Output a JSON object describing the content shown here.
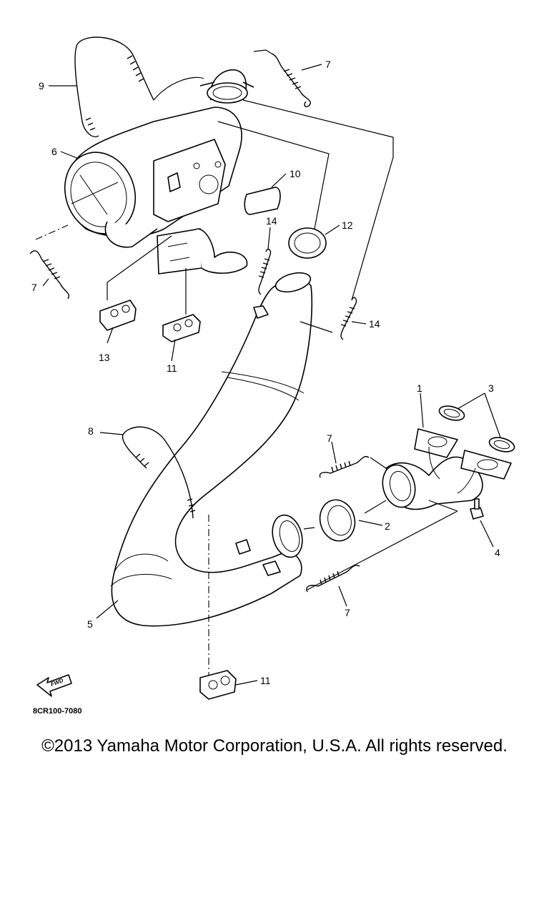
{
  "diagram": {
    "drawing_code": "8CR100-7080",
    "fwd_label": "FWD",
    "callouts": [
      {
        "id": "c1",
        "text": "1"
      },
      {
        "id": "c2",
        "text": "2"
      },
      {
        "id": "c3",
        "text": "3"
      },
      {
        "id": "c4",
        "text": "4"
      },
      {
        "id": "c5",
        "text": "5"
      },
      {
        "id": "c6",
        "text": "6"
      },
      {
        "id": "c7a",
        "text": "7"
      },
      {
        "id": "c7b",
        "text": "7"
      },
      {
        "id": "c7c",
        "text": "7"
      },
      {
        "id": "c7d",
        "text": "7"
      },
      {
        "id": "c8",
        "text": "8"
      },
      {
        "id": "c9",
        "text": "9"
      },
      {
        "id": "c10",
        "text": "10"
      },
      {
        "id": "c11a",
        "text": "11"
      },
      {
        "id": "c11b",
        "text": "11"
      },
      {
        "id": "c12",
        "text": "12"
      },
      {
        "id": "c13",
        "text": "13"
      },
      {
        "id": "c14a",
        "text": "14"
      },
      {
        "id": "c14b",
        "text": "14"
      }
    ]
  },
  "footer": {
    "copyright": "©2013 Yamaha Motor Corporation, U.S.A. All rights reserved."
  }
}
